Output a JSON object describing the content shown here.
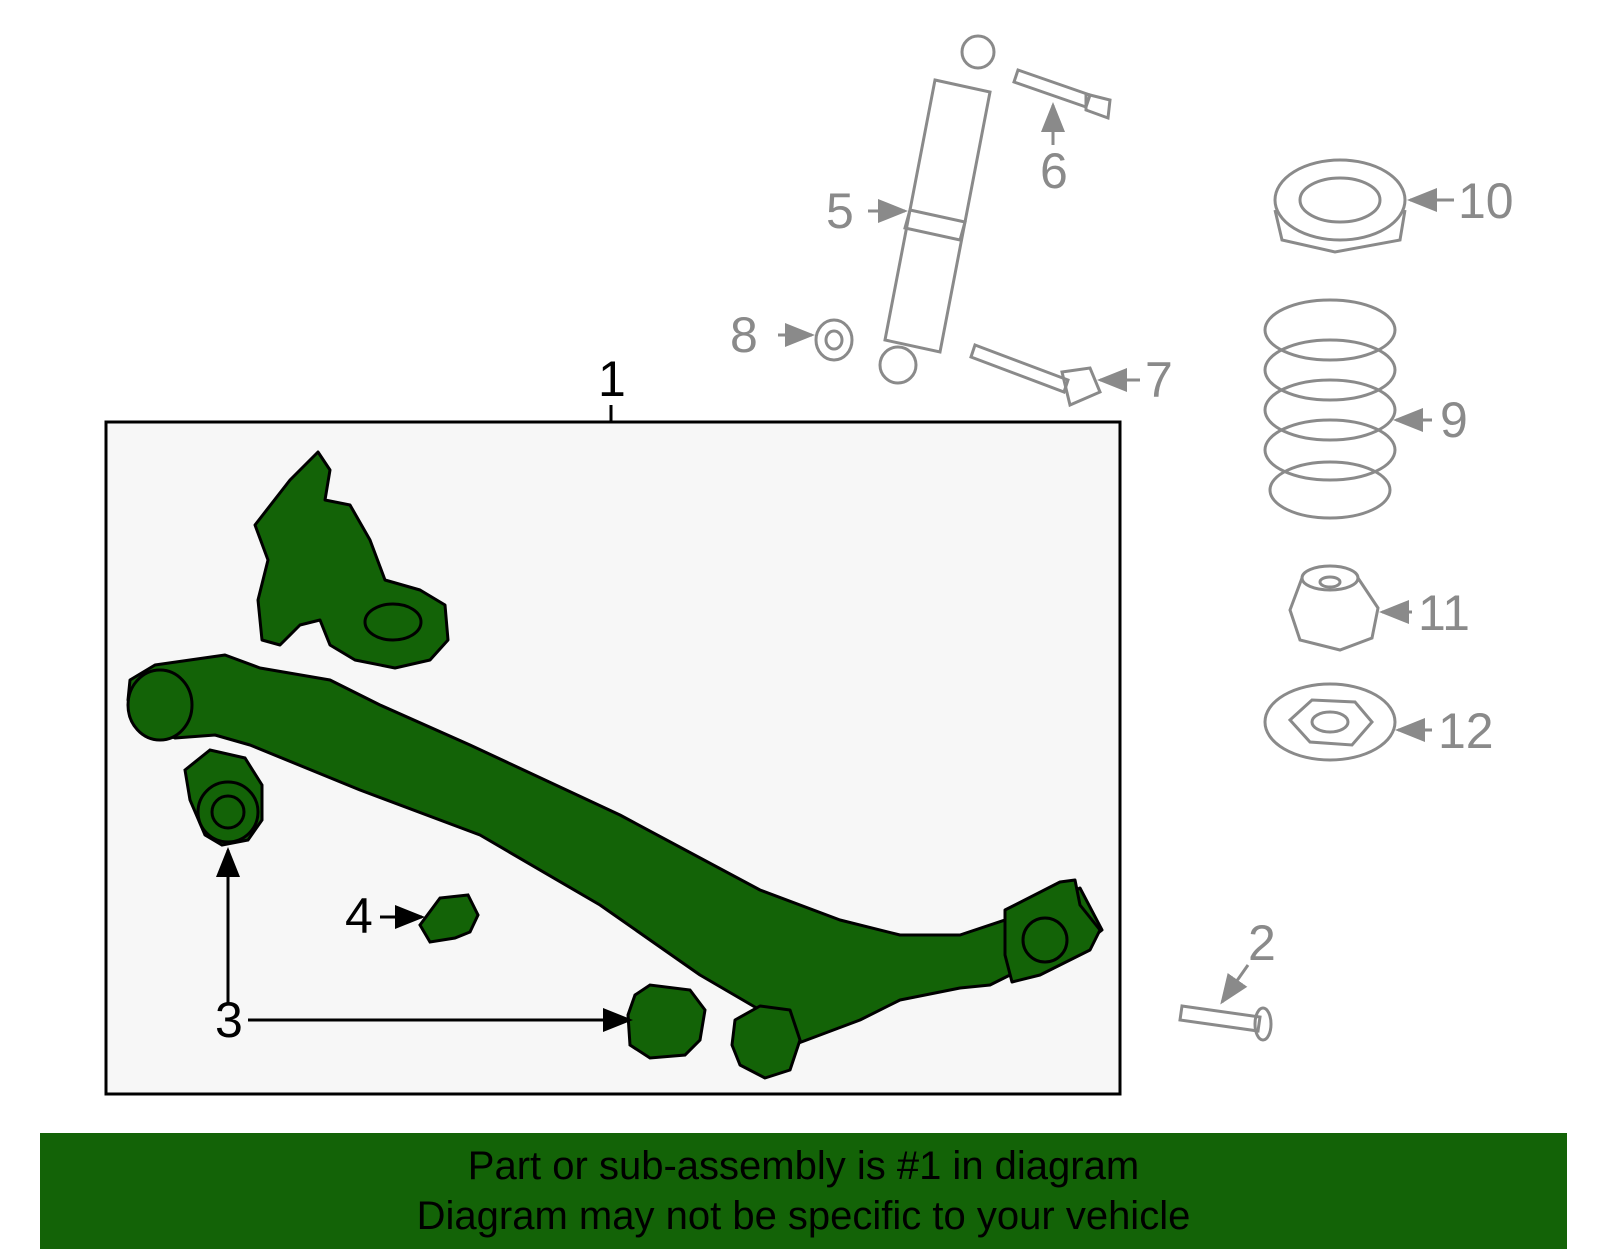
{
  "callouts": {
    "c1": "1",
    "c2": "2",
    "c3": "3",
    "c4": "4",
    "c5": "5",
    "c6": "6",
    "c7": "7",
    "c8": "8",
    "c9": "9",
    "c10": "10",
    "c11": "11",
    "c12": "12"
  },
  "banner": {
    "line1": "Part or sub-assembly is #1 in diagram",
    "line2": "Diagram may not be specific to your vehicle"
  },
  "colors": {
    "highlight_green": "#136307",
    "outline_grey": "#8a8a8a",
    "box_fill": "#f7f7f7"
  }
}
